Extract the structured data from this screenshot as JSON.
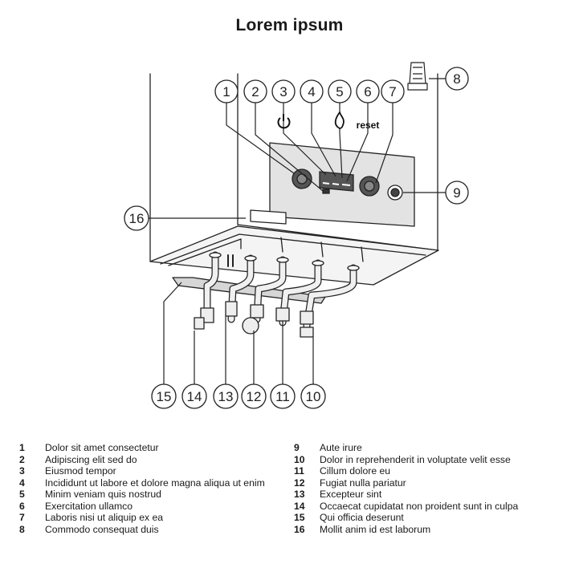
{
  "title": "Lorem ipsum",
  "callouts": [
    "1",
    "2",
    "3",
    "4",
    "5",
    "6",
    "7",
    "8",
    "9",
    "10",
    "11",
    "12",
    "13",
    "14",
    "15",
    "16"
  ],
  "icons": {
    "power": "power-icon",
    "flame": "flame-icon"
  },
  "reset_label": "reset",
  "legend": [
    {
      "num": "1",
      "text": "Dolor sit amet consectetur"
    },
    {
      "num": "2",
      "text": "Adipiscing elit sed do"
    },
    {
      "num": "3",
      "text": "Eiusmod tempor"
    },
    {
      "num": "4",
      "text": "Incididunt ut labore et dolore magna aliqua ut enim"
    },
    {
      "num": "5",
      "text": "Minim veniam quis nostrud"
    },
    {
      "num": "6",
      "text": "Exercitation ullamco"
    },
    {
      "num": "7",
      "text": "Laboris nisi ut aliquip ex ea"
    },
    {
      "num": "8",
      "text": "Commodo consequat duis"
    },
    {
      "num": "9",
      "text": "Aute irure"
    },
    {
      "num": "10",
      "text": "Dolor in reprehenderit in voluptate velit esse"
    },
    {
      "num": "11",
      "text": "Cillum dolore eu"
    },
    {
      "num": "12",
      "text": "Fugiat nulla pariatur"
    },
    {
      "num": "13",
      "text": "Excepteur sint"
    },
    {
      "num": "14",
      "text": "Occaecat cupidatat non proident sunt in culpa"
    },
    {
      "num": "15",
      "text": "Qui officia deserunt"
    },
    {
      "num": "16",
      "text": "Mollit anim id est laborum"
    }
  ]
}
